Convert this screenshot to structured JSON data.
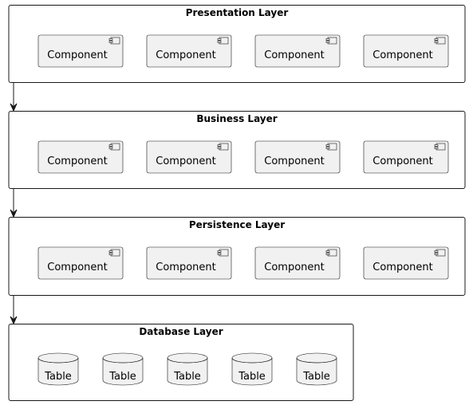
{
  "layers": [
    {
      "title": "Presentation Layer",
      "kind": "component",
      "items": [
        "Component",
        "Component",
        "Component",
        "Component"
      ]
    },
    {
      "title": "Business Layer",
      "kind": "component",
      "items": [
        "Component",
        "Component",
        "Component",
        "Component"
      ]
    },
    {
      "title": "Persistence Layer",
      "kind": "component",
      "items": [
        "Component",
        "Component",
        "Component",
        "Component"
      ]
    },
    {
      "title": "Database Layer",
      "kind": "table",
      "items": [
        "Table",
        "Table",
        "Table",
        "Table",
        "Table"
      ]
    }
  ]
}
